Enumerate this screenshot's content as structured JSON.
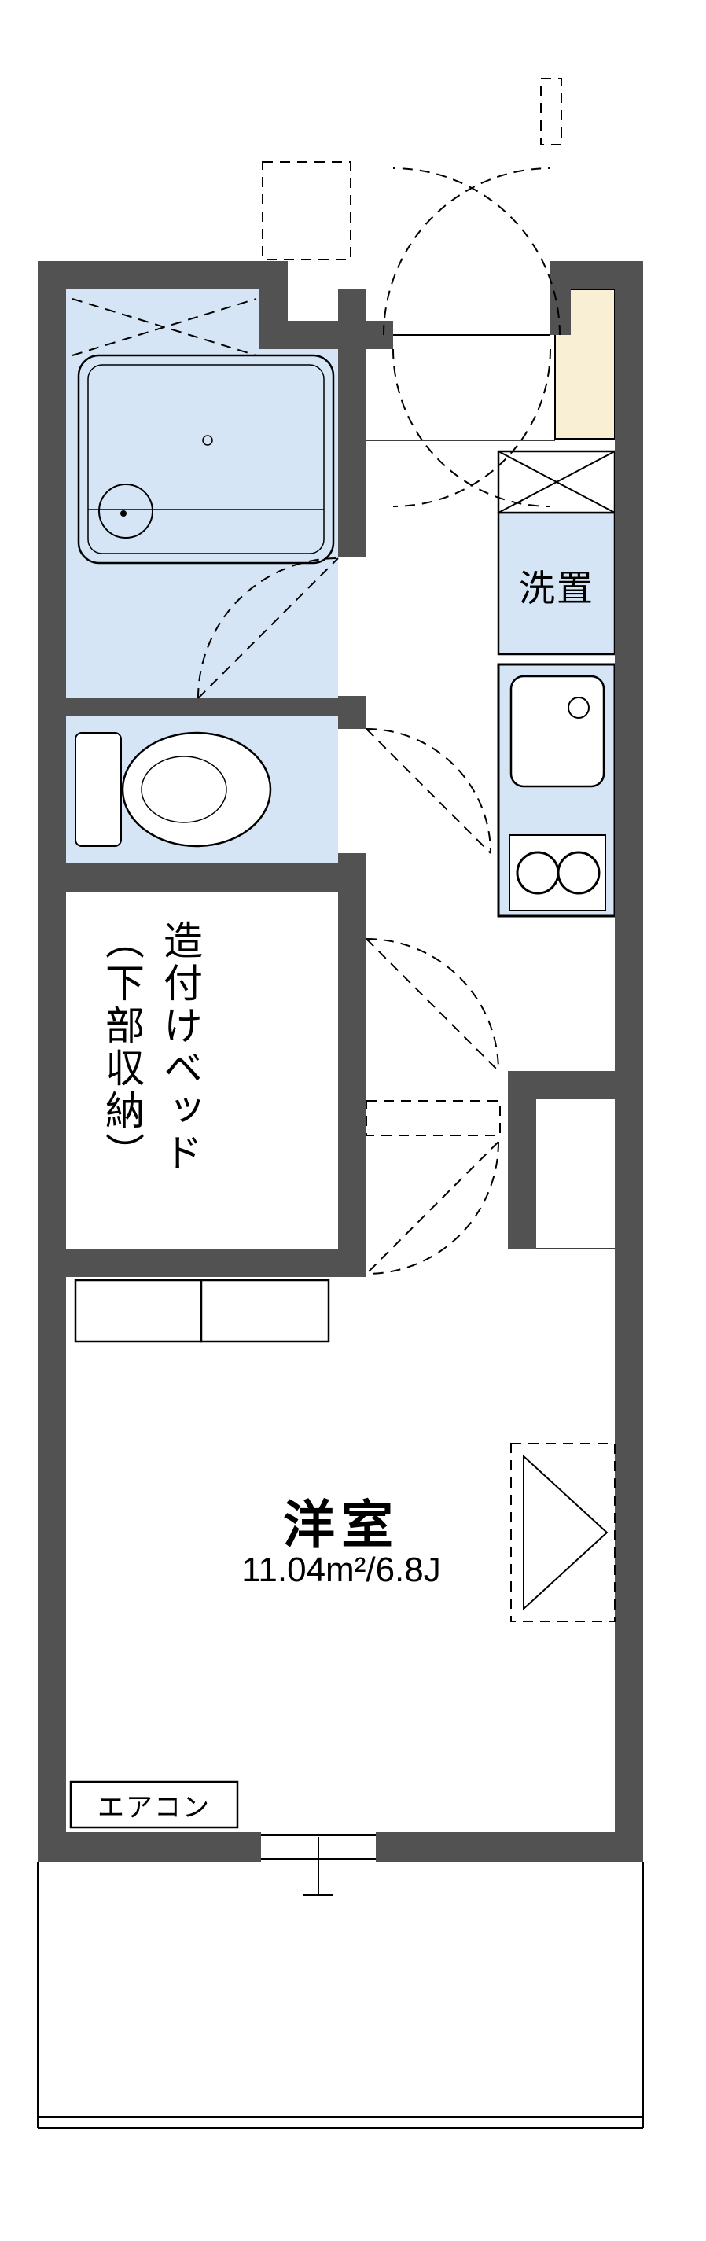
{
  "floorplan": {
    "labels": {
      "washer": "洗置",
      "built_in_bed": "造付けベッド（下部収納）",
      "main_room": "洋室",
      "main_room_size": "11.04m²/6.8J",
      "air_conditioner": "エアコン"
    },
    "colors": {
      "wall": "#525252",
      "water_area": "#d6e5f5",
      "entrance_cabinet": "#f8efd4",
      "line": "#000000",
      "background": "#ffffff"
    }
  }
}
